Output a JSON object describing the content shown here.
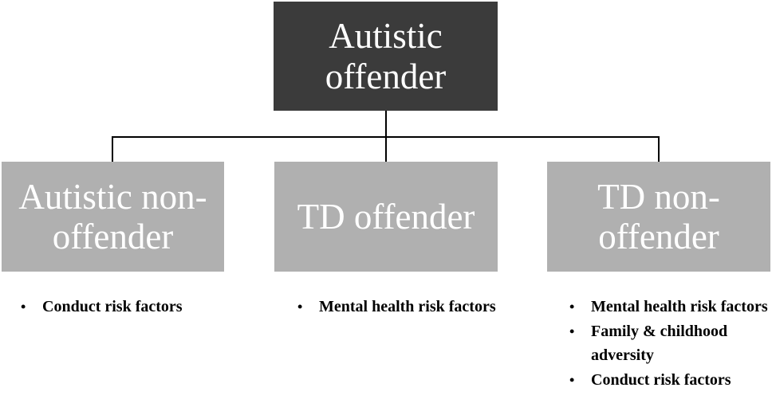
{
  "root": {
    "title_line1": "Autistic",
    "title_line2": "offender"
  },
  "groups": [
    {
      "title_line1": "Autistic non-",
      "title_line2": "offender",
      "factors": [
        "Conduct risk factors"
      ]
    },
    {
      "title_line1": "TD offender",
      "title_line2": "",
      "factors": [
        "Mental health risk factors"
      ]
    },
    {
      "title_line1": "TD non-",
      "title_line2": "offender",
      "factors": [
        "Mental health risk factors",
        "Family & childhood adversity",
        "Conduct risk factors"
      ]
    }
  ],
  "colors": {
    "root_fill": "#3b3b3b",
    "child_fill": "#b0b0b0",
    "box_text": "#ffffff",
    "connector": "#000000"
  },
  "bullet_glyph": "•"
}
